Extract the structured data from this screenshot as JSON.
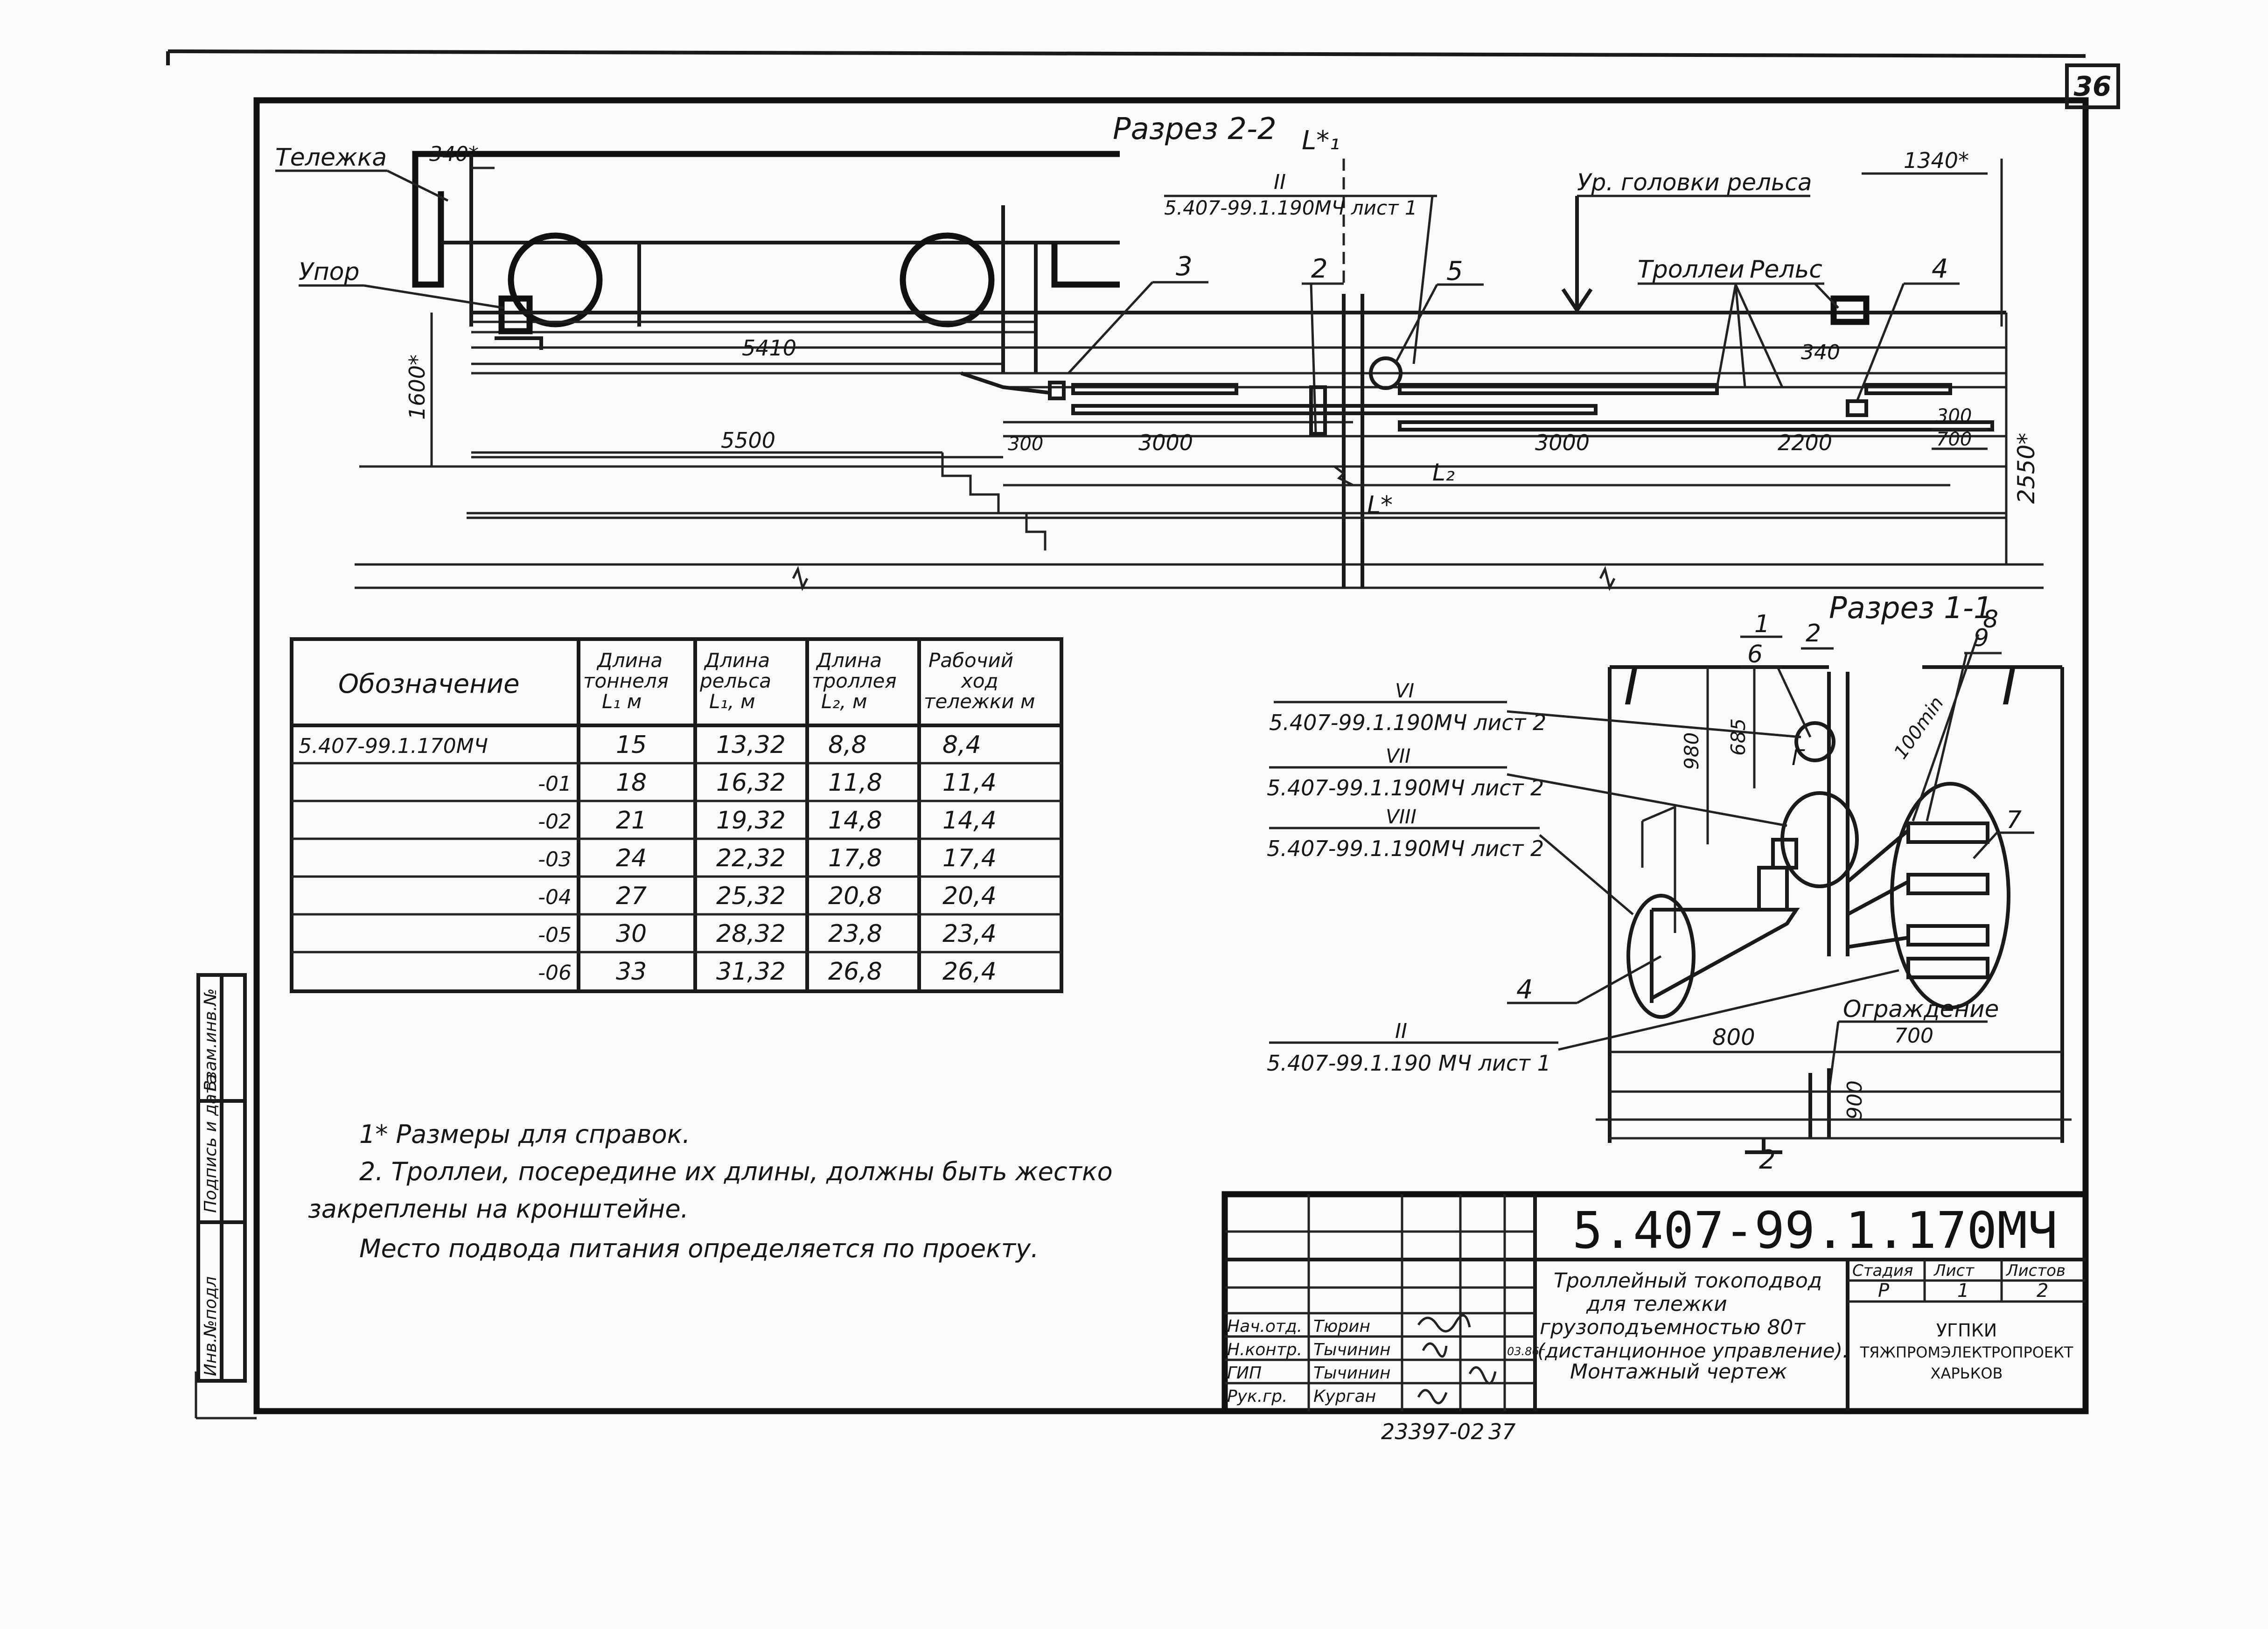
{
  "sheet_number": "36",
  "section_2_2": {
    "title": "Разрез 2-2",
    "label_trolley_cart": "Тележка",
    "label_stop": "Упор",
    "label_rail_head_level": "Ур. головки рельса",
    "label_trolley": "Троллеи",
    "label_rail": "Рельс",
    "dim_340_star": "340*",
    "dim_1340_star": "1340*",
    "dim_5410": "5410",
    "dim_5500": "5500",
    "dim_1600_star": "1600*",
    "dim_2550_star": "2550*",
    "dim_300": "300",
    "dim_3000": "3000",
    "dim_2200": "2200",
    "dim_700": "700",
    "dim_340": "340",
    "label_L1_star": "L*₁",
    "label_L2": "L₂",
    "label_L_star": "L*",
    "ref_II_num": "II",
    "ref_II_doc": "5.407-99.1.190МЧ лист 1",
    "callouts": [
      "2",
      "3",
      "4",
      "5"
    ]
  },
  "section_1_1": {
    "title": "Разрез 1-1",
    "ref_VI_num": "VI",
    "ref_VI_doc": "5.407-99.1.190МЧ лист 2",
    "ref_VII_num": "VII",
    "ref_VII_doc": "5.407-99.1.190МЧ лист 2",
    "ref_VIII_num": "VIII",
    "ref_VIII_doc": "5.407-99.1.190МЧ лист 2",
    "ref_II_num": "II",
    "ref_II_doc": "5.407-99.1.190 МЧ лист 1",
    "callout_1": "1",
    "callout_6": "6",
    "callout_2": "2",
    "callout_8": "8",
    "callout_9": "9",
    "callout_7": "7",
    "callout_4": "4",
    "label_G": "Г",
    "label_fence": "Ограждение",
    "dim_980": "980",
    "dim_685": "685",
    "dim_100min": "100min",
    "dim_800": "800",
    "dim_700": "700",
    "dim_900": "900",
    "section_mark_2": "2"
  },
  "table": {
    "headers": [
      "Обозначение",
      "Длина тоннеля L₁ м",
      "Длина рельса L₁, м",
      "Длина троллея L₂, м",
      "Рабочий ход тележки м"
    ],
    "rows": [
      [
        "5.407-99.1.170МЧ",
        "15",
        "13,32",
        "8,8",
        "8,4"
      ],
      [
        "-01",
        "18",
        "16,32",
        "11,8",
        "11,4"
      ],
      [
        "-02",
        "21",
        "19,32",
        "14,8",
        "14,4"
      ],
      [
        "-03",
        "24",
        "22,32",
        "17,8",
        "17,4"
      ],
      [
        "-04",
        "27",
        "25,32",
        "20,8",
        "20,4"
      ],
      [
        "-05",
        "30",
        "28,32",
        "23,8",
        "23,4"
      ],
      [
        "-06",
        "33",
        "31,32",
        "26,8",
        "26,4"
      ]
    ]
  },
  "notes": [
    "1* Размеры для справок.",
    "2. Троллеи, посередине их длины, должны быть жестко",
    "закреплены на кронштейне.",
    "Место подвода питания определяется по проекту."
  ],
  "side_stamp": [
    "Инв.№подл",
    "Подпись и дата",
    "Взам.инв.№"
  ],
  "title_block": {
    "designation": "5.407-99.1.170МЧ",
    "title_lines": [
      "Троллейный токоподвод",
      "для тележки",
      "грузоподъемностью 80т",
      "(дистанционное управление).",
      "Монтажный чертеж"
    ],
    "stage_header": "Стадия",
    "sheet_header": "Лист",
    "sheets_header": "Листов",
    "stage": "Р",
    "sheet": "1",
    "sheets": "2",
    "org_lines": [
      "УГПКИ",
      "ТЯЖПРОМЭЛЕКТРОПРОЕКТ",
      "ХАРЬКОВ"
    ],
    "signers": [
      {
        "role": "Нач.отд.",
        "name": "Тюрин"
      },
      {
        "role": "Н.контр.",
        "name": "Тычинин"
      },
      {
        "role": "ГИП",
        "name": "Тычинин"
      },
      {
        "role": "Рук.гр.",
        "name": "Курган"
      }
    ],
    "date_mark": "03.86г"
  },
  "archive_number": "23397-02",
  "archive_number_2": "37"
}
